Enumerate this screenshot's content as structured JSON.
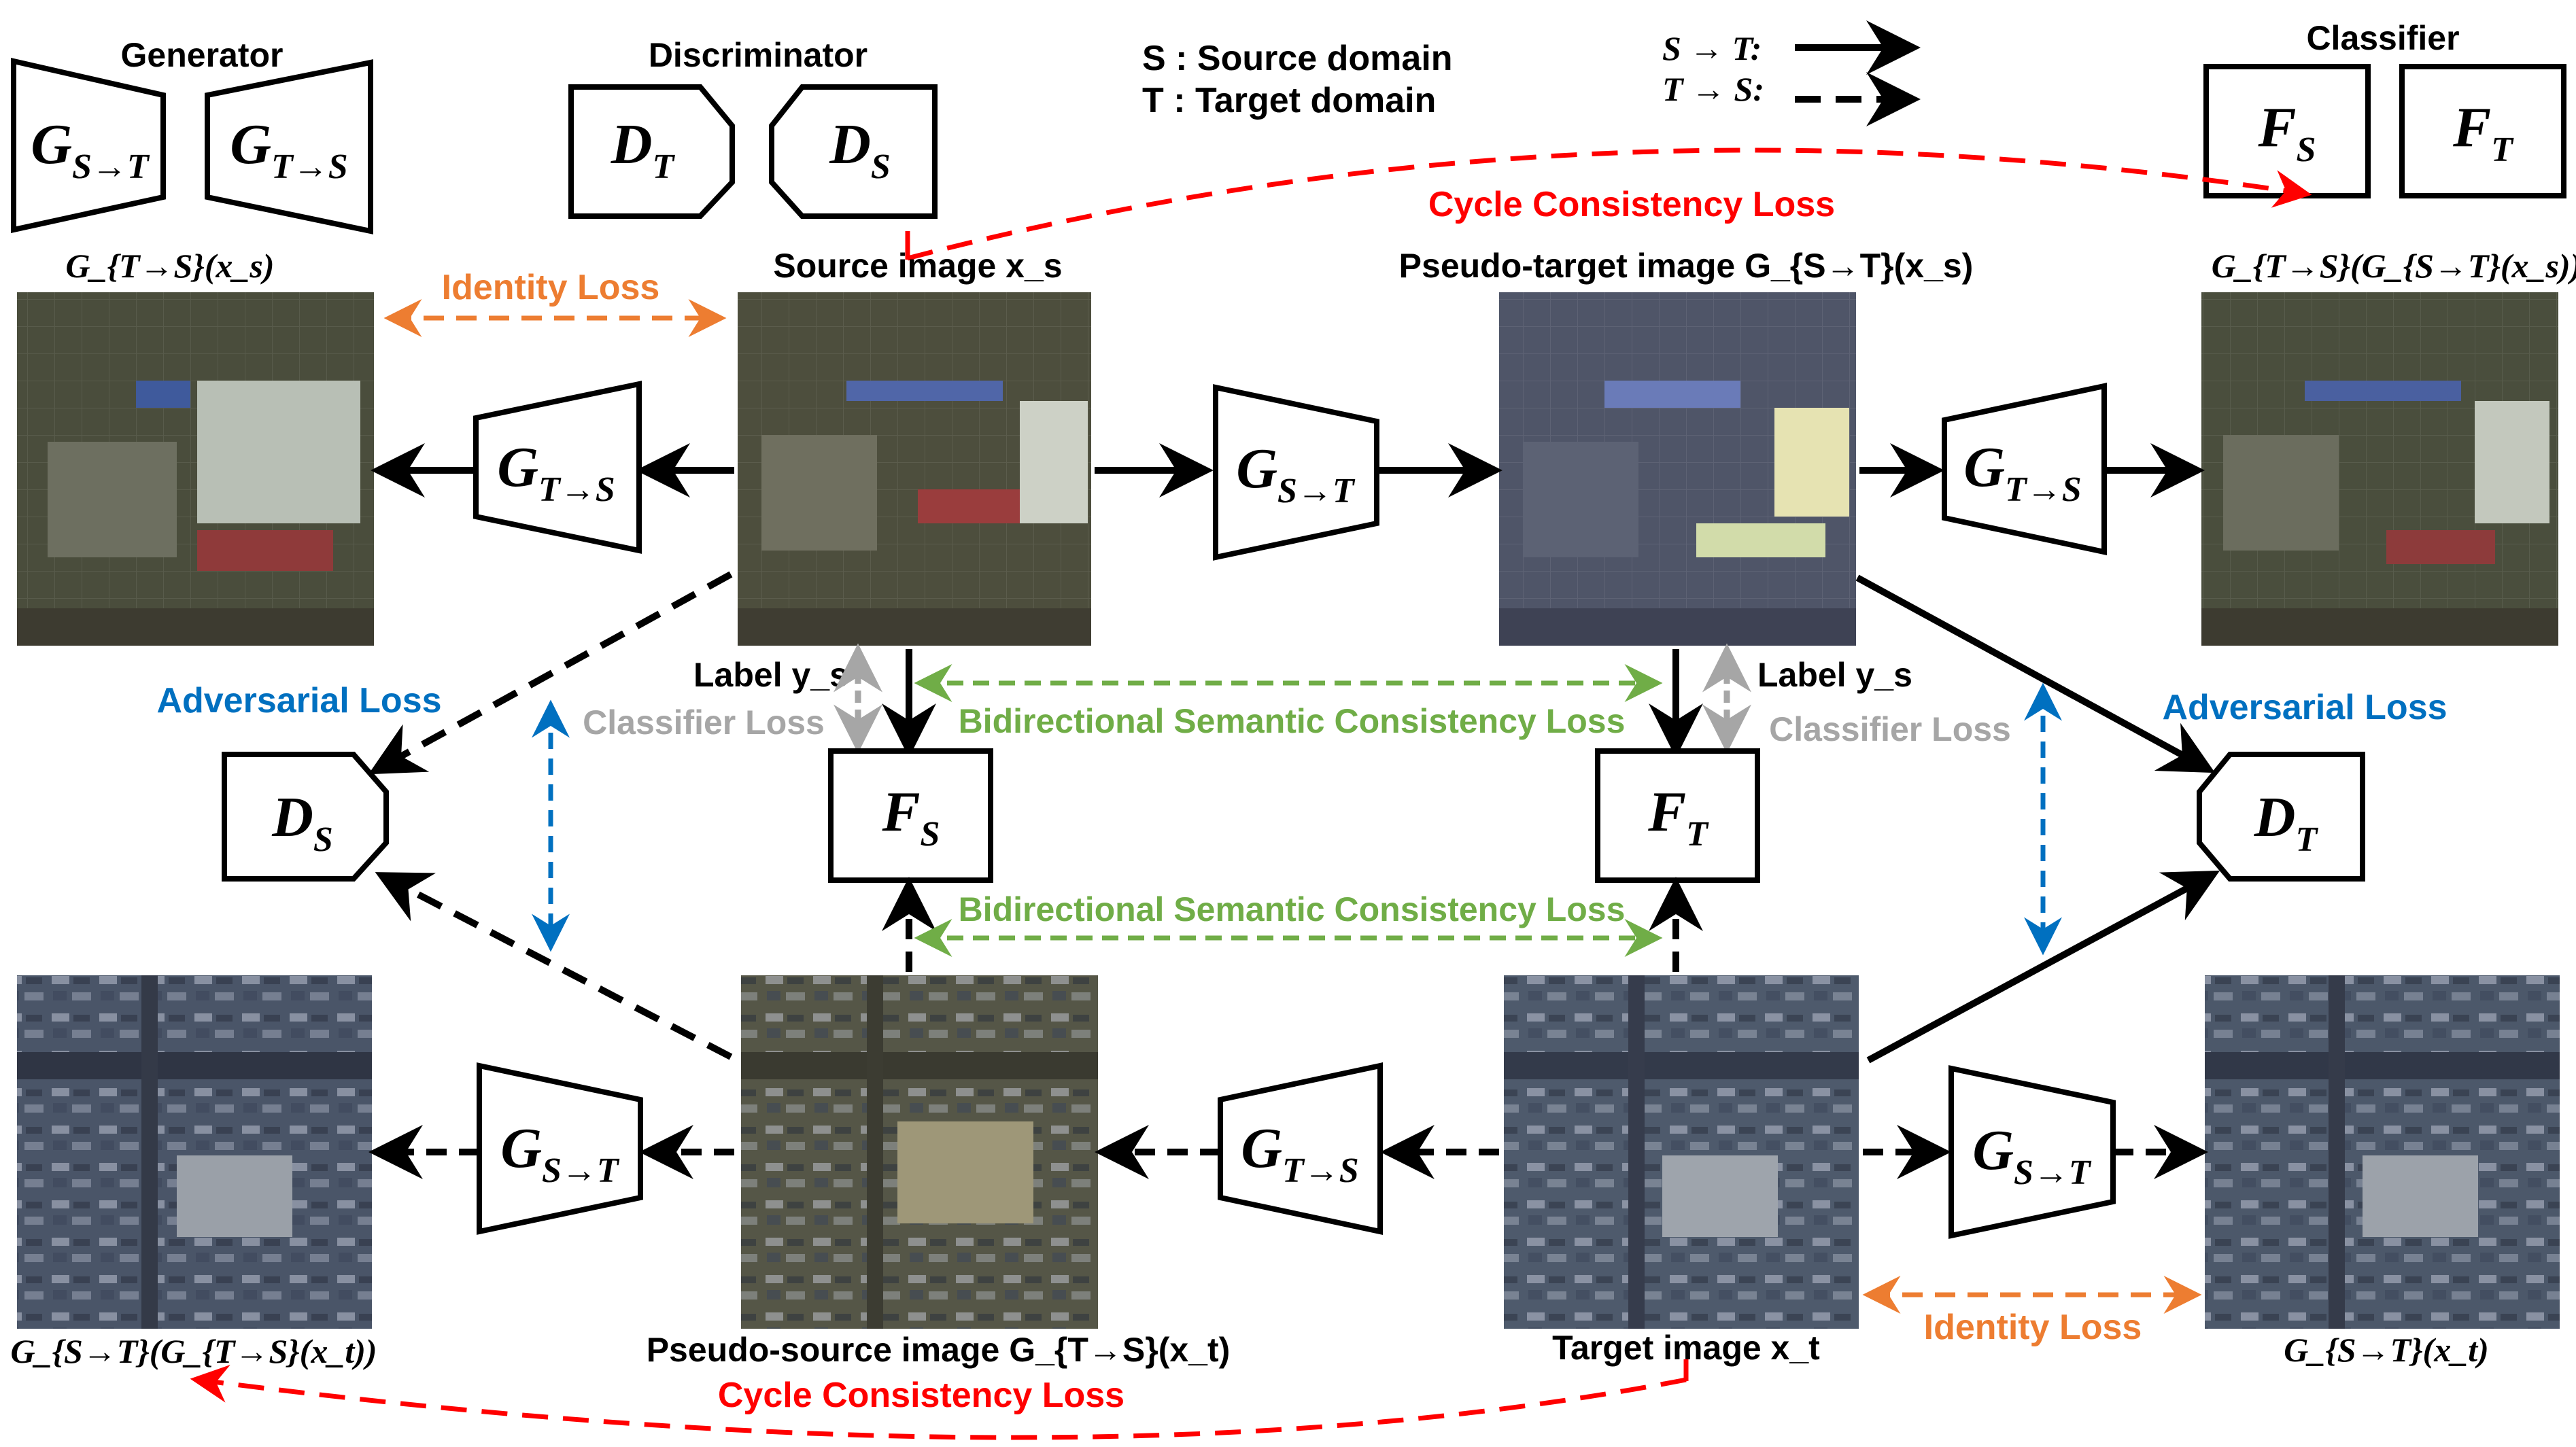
{
  "legend": {
    "generator_title": "Generator",
    "discriminator_title": "Discriminator",
    "classifier_title": "Classifier",
    "source_domain": "S : Source domain",
    "target_domain": "T : Target domain",
    "s_to_t": "S → T:",
    "t_to_s": "T → S:"
  },
  "modules": {
    "g_st": "G",
    "g_st_sub": "S→T",
    "g_ts": "G",
    "g_ts_sub": "T→S",
    "d_t": "D",
    "d_t_sub": "T",
    "d_s": "D",
    "d_s_sub": "S",
    "f_s": "F",
    "f_s_sub": "S",
    "f_t": "F",
    "f_t_sub": "T"
  },
  "captions": {
    "g_ts_xs": "G_{T→S}(x_s)",
    "source_image": "Source image x_s",
    "pseudo_target": "Pseudo-target image G_{S→T}(x_s)",
    "cycle_source": "G_{T→S}(G_{S→T}(x_s))",
    "g_st_cycle_t": "G_{S→T}(G_{T→S}(x_t))",
    "pseudo_source": "Pseudo-source image G_{T→S}(x_t)",
    "target_image": "Target image x_t",
    "g_st_xt": "G_{S→T}(x_t)"
  },
  "losses": {
    "identity_top": "Identity Loss",
    "identity_bottom": "Identity Loss",
    "cycle_top": "Cycle Consistency Loss",
    "cycle_bottom": "Cycle Consistency Loss",
    "adversarial_left": "Adversarial Loss",
    "adversarial_right": "Adversarial Loss",
    "classifier_left": "Classifier Loss",
    "classifier_right": "Classifier Loss",
    "bsc_top": "Bidirectional Semantic Consistency Loss",
    "bsc_bottom": "Bidirectional Semantic Consistency Loss",
    "label_left": "Label y_s",
    "label_right": "Label y_s"
  },
  "colors": {
    "identity": "#ED7D31",
    "cycle": "#FF0000",
    "adversarial": "#0070C0",
    "classifier": "#A6A6A6",
    "bsc": "#70AD47",
    "stroke": "#000000"
  }
}
